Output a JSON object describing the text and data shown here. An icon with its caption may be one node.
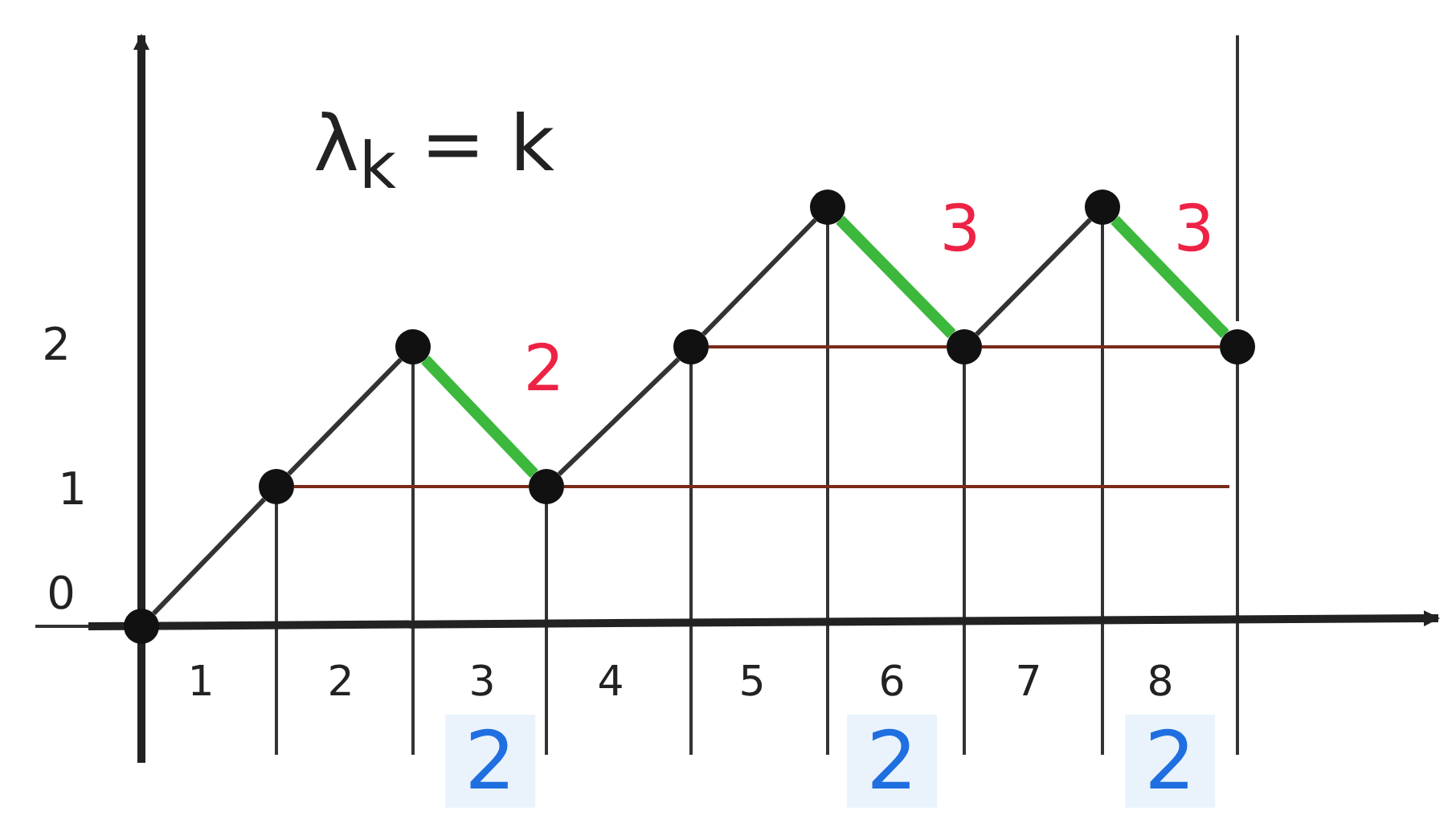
{
  "diagram": {
    "nodes": [
      {
        "text": [],
        "shape": "circle"
      },
      {
        "text": [],
        "shape": "circle"
      },
      {
        "text": [],
        "shape": "circle"
      },
      {
        "text": [],
        "shape": "circle"
      },
      {
        "text": [],
        "shape": "circle"
      },
      {
        "text": [],
        "shape": "circle"
      },
      {
        "text": [],
        "shape": "circle"
      },
      {
        "text": [],
        "shape": "circle"
      },
      {
        "text": [],
        "shape": "circle"
      }
    ],
    "edges": [
      {
        "from": 0,
        "to": 1,
        "arrow": "none"
      },
      {
        "from": 1,
        "to": 2,
        "arrow": "none"
      },
      {
        "from": 2,
        "to": 3,
        "arrow": "none",
        "label": "2",
        "style": "thick",
        "color": "#3cb83c"
      },
      {
        "from": 3,
        "to": 4,
        "arrow": "none"
      },
      {
        "from": 4,
        "to": 5,
        "arrow": "none"
      },
      {
        "from": 5,
        "to": 6,
        "arrow": "none",
        "label": "3",
        "style": "thick",
        "color": "#3cb83c"
      },
      {
        "from": 6,
        "to": 7,
        "arrow": "none"
      },
      {
        "from": 7,
        "to": 8,
        "arrow": "none",
        "label": "3",
        "style": "thick",
        "color": "#3cb83c"
      },
      {
        "from": 1,
        "to": 3,
        "arrow": "none",
        "color": "#7a2a1a"
      },
      {
        "from": 3,
        "to": null,
        "arrow": "none",
        "color": "#7a2a1a"
      },
      {
        "from": 4,
        "to": 6,
        "arrow": "none",
        "color": "#7a2a1a"
      },
      {
        "from": 6,
        "to": 8,
        "arrow": "none",
        "color": "#7a2a1a"
      }
    ],
    "labels": [
      "λ$_{k}$ = k",
      "2",
      "1",
      "0",
      "1",
      "2",
      "3",
      "4",
      "5",
      "6",
      "7",
      "8",
      "2",
      "2",
      "2"
    ]
  }
}
